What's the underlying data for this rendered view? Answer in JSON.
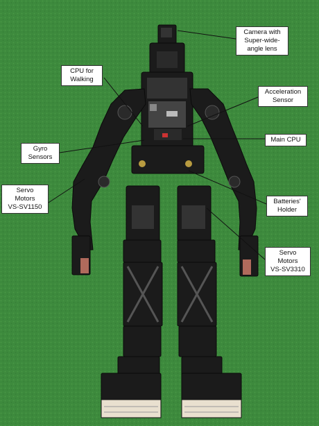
{
  "colors": {
    "floor": "#3d8a3d",
    "robot_frame": "#1b1b1b",
    "label_background": "#ffffff",
    "leader_line": "#111111"
  },
  "labels": {
    "camera": "Camera with\nSuper-wide-\nangle lens",
    "cpu_walking": "CPU for\nWalking",
    "acceleration_sensor": "Acceleration\nSensor",
    "main_cpu": "Main CPU",
    "gyro_sensors": "Gyro\nSensors",
    "servo_sv1150": "Servo\nMotors\nVS-SV1150",
    "batteries_holder": "Batteries'\nHolder",
    "servo_sv3310": "Servo\nMotors\nVS-SV3310"
  }
}
